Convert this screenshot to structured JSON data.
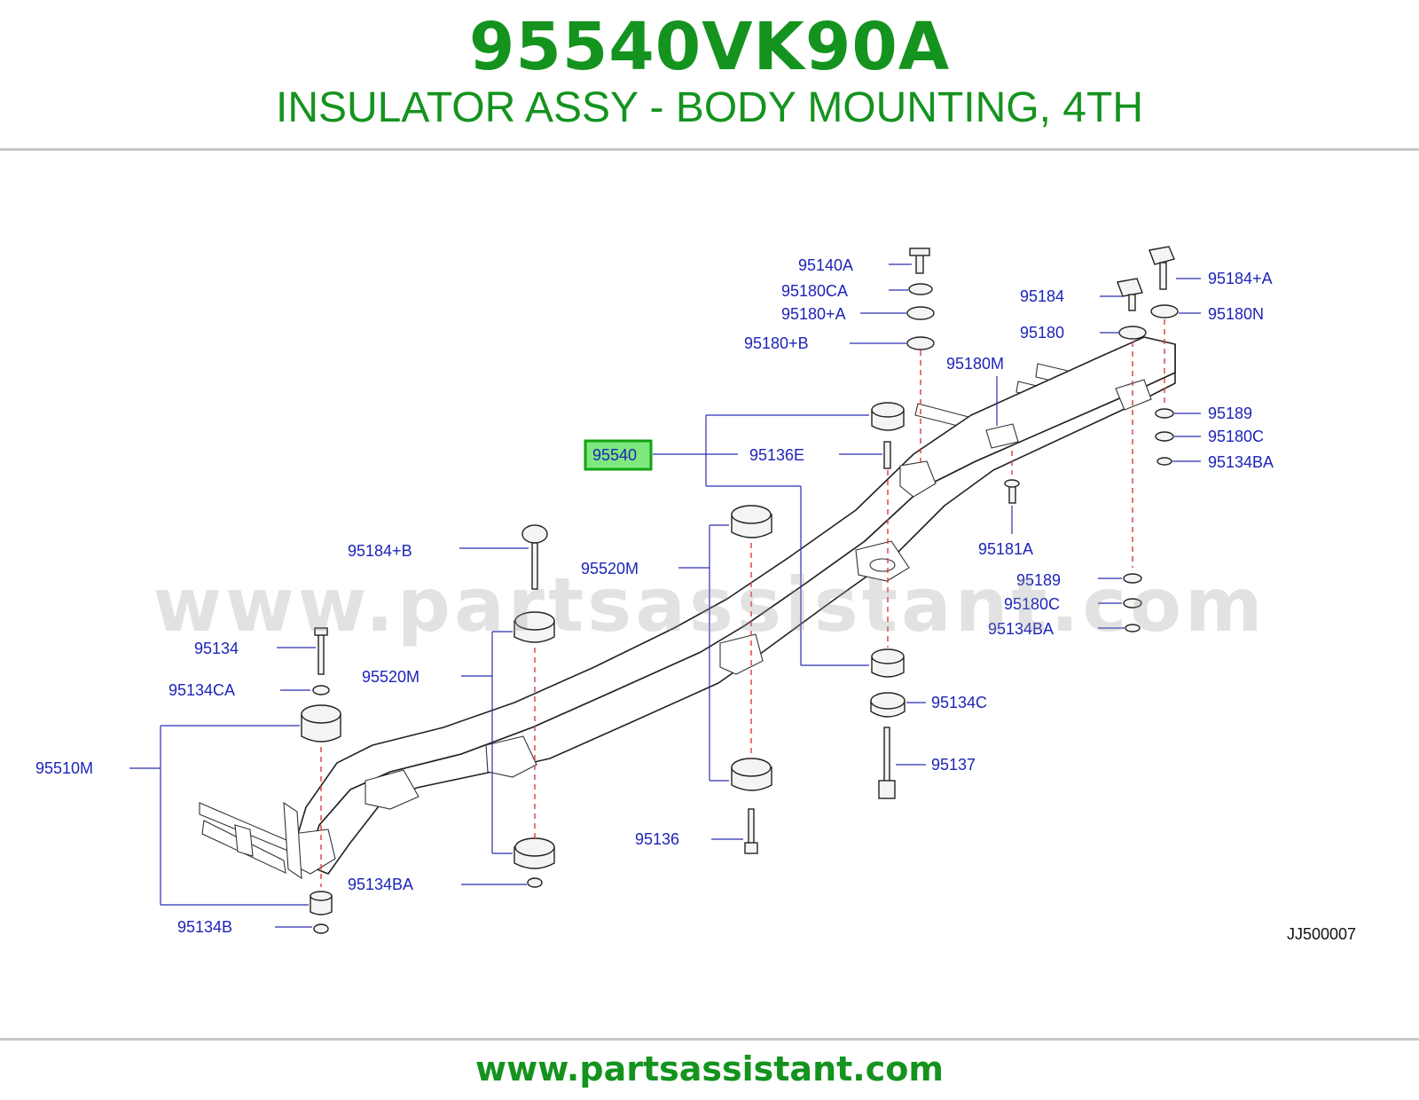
{
  "header": {
    "part_number": "95540VK90A",
    "part_name": "INSULATOR ASSY - BODY MOUNTING, 4TH"
  },
  "diagram": {
    "code": "JJ500007",
    "highlight": "95540",
    "labels": {
      "l95140A": "95140A",
      "l95180CA": "95180CA",
      "l95180pA": "95180+A",
      "l95180pB": "95180+B",
      "l95184": "95184",
      "l95184pA": "95184+A",
      "l95180": "95180",
      "l95180N": "95180N",
      "l95180M": "95180M",
      "l95189a": "95189",
      "l95180Ca": "95180C",
      "l95134BAa": "95134BA",
      "l95136E": "95136E",
      "l95181A": "95181A",
      "l95184pB": "95184+B",
      "l95520Ma": "95520M",
      "l95189b": "95189",
      "l95180Cb": "95180C",
      "l95134BAb": "95134BA",
      "l95134": "95134",
      "l95520Mb": "95520M",
      "l95134C": "95134C",
      "l95134CA": "95134CA",
      "l95510M": "95510M",
      "l95137": "95137",
      "l95136": "95136",
      "l95134BAc": "95134BA",
      "l95134B": "95134B"
    }
  },
  "watermark": "www.partsassistant.com",
  "footer": {
    "url": "www.partsassistant.com"
  },
  "colors": {
    "title": "#14931e",
    "label": "#1d24b8",
    "highlight": "#7ee87e"
  }
}
